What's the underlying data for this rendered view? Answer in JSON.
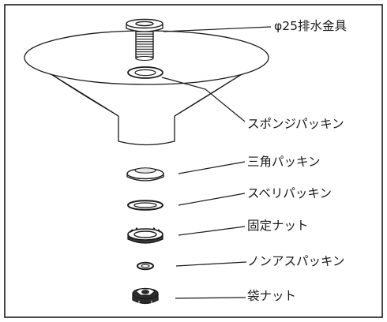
{
  "colors": {
    "ink": "#1a1a1a",
    "paper": "#ffffff"
  },
  "parts": [
    {
      "key": "drain_fitting",
      "label": "φ25排水金具"
    },
    {
      "key": "sponge_packing",
      "label": "スポンジパッキン"
    },
    {
      "key": "triangle_packing",
      "label": "三角パッキン"
    },
    {
      "key": "slip_packing",
      "label": "スベリパッキン"
    },
    {
      "key": "fixing_nut",
      "label": "固定ナット"
    },
    {
      "key": "non_asbestos_packing",
      "label": "ノンアスパッキン"
    },
    {
      "key": "cap_nut",
      "label": "袋ナット"
    }
  ]
}
